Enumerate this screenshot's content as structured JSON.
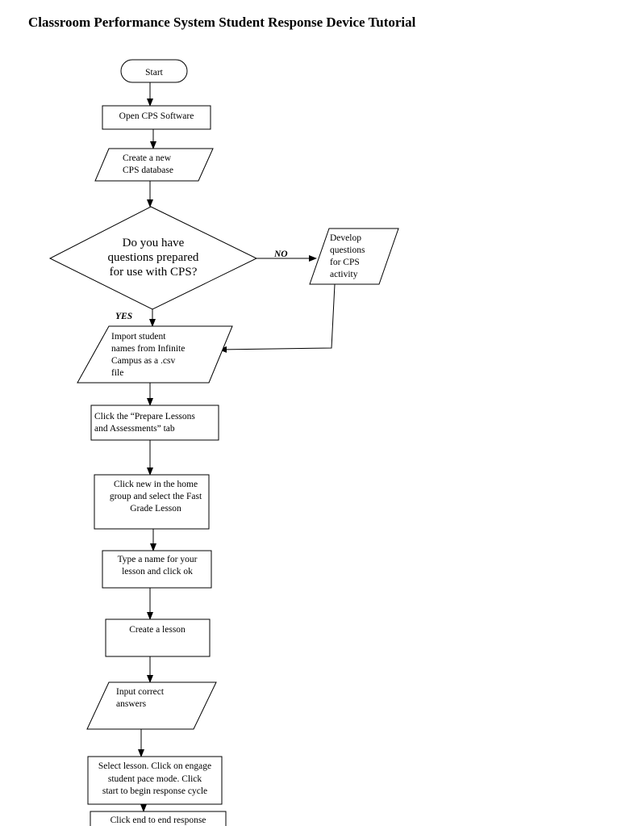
{
  "title": "Classroom Performance System Student Response Device Tutorial",
  "nodes": [
    {
      "type": "terminator",
      "lines": [
        "Start"
      ]
    },
    {
      "type": "process",
      "lines": [
        "Open CPS Software"
      ]
    },
    {
      "type": "input",
      "lines": [
        "Create a new",
        "CPS database"
      ]
    },
    {
      "type": "decision",
      "lines": [
        "Do you have",
        "questions prepared",
        "for use with CPS?"
      ]
    },
    {
      "type": "input",
      "lines": [
        "Develop",
        "questions",
        "for CPS",
        "activity"
      ]
    },
    {
      "type": "input",
      "lines": [
        "Import student",
        "names from Infinite",
        "Campus as a .csv",
        "file"
      ]
    },
    {
      "type": "process",
      "lines": [
        "Click the “Prepare Lessons",
        "and Assessments” tab"
      ]
    },
    {
      "type": "process",
      "lines": [
        "Click new in the home",
        "group and select the Fast",
        "Grade Lesson"
      ]
    },
    {
      "type": "process",
      "lines": [
        "Type a name for your",
        "lesson and click ok"
      ]
    },
    {
      "type": "process",
      "lines": [
        "Create a lesson"
      ]
    },
    {
      "type": "input",
      "lines": [
        "Input correct",
        "answers"
      ]
    },
    {
      "type": "process",
      "lines": [
        "Select lesson. Click on engage",
        "student pace mode.  Click",
        "start to begin response cycle"
      ]
    },
    {
      "type": "process",
      "lines": [
        "Click end to end response"
      ]
    }
  ],
  "edge_labels": {
    "no": "NO",
    "yes": "YES"
  }
}
